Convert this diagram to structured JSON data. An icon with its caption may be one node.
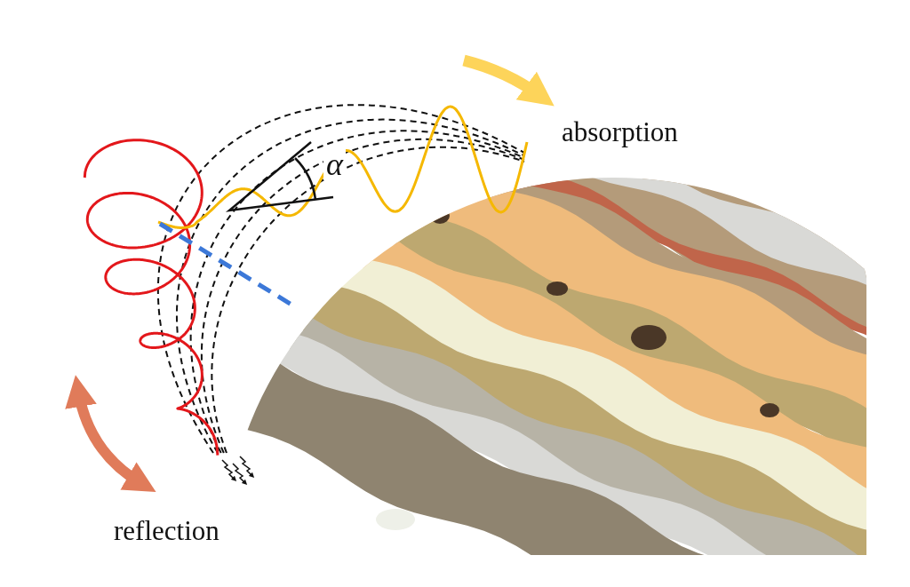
{
  "diagram": {
    "labels": [
      "absorption",
      "α",
      "reflection"
    ]
  }
}
